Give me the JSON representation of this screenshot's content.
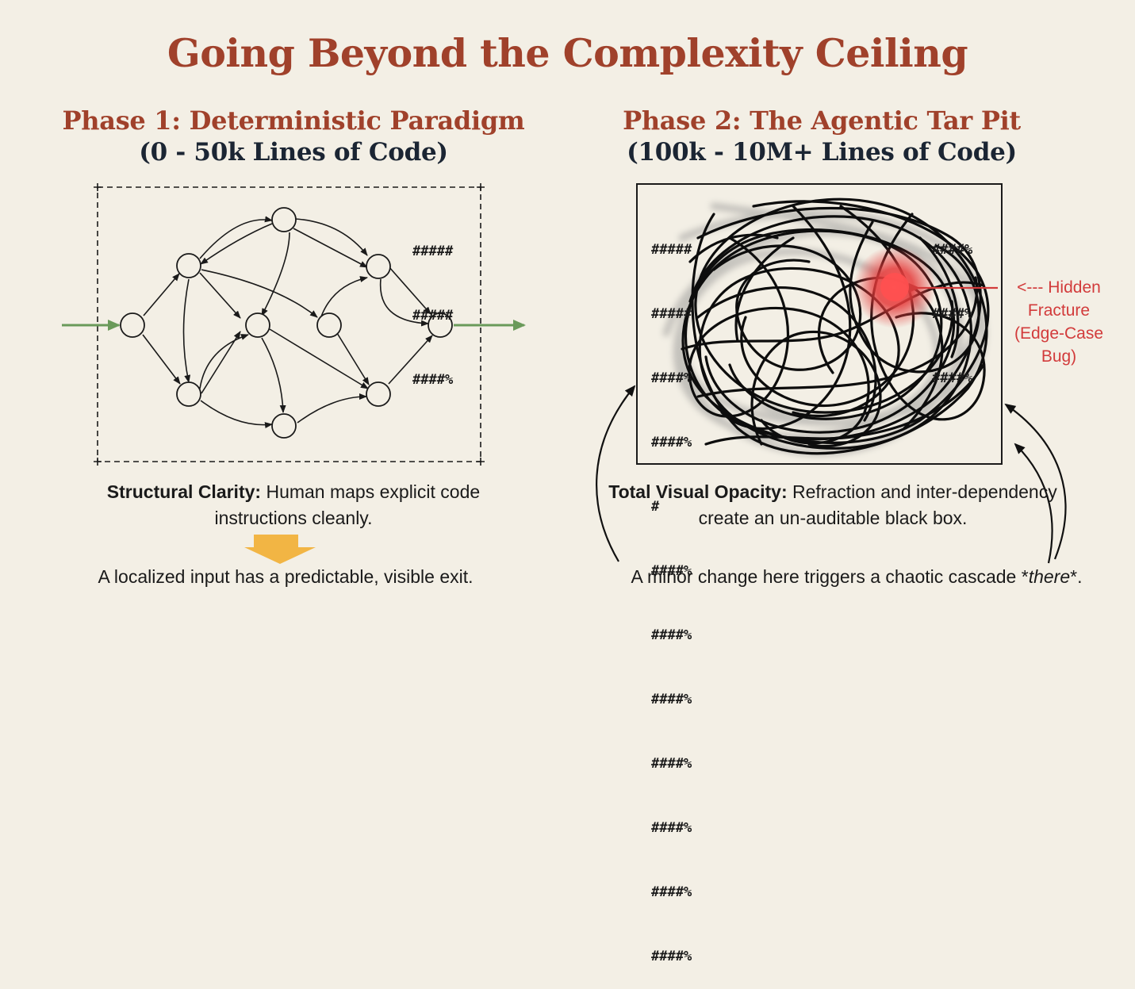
{
  "title": "Going Beyond the Complexity Ceiling",
  "phase1": {
    "title": "Phase 1: Deterministic Paradigm",
    "subtitle": "(0 - 50k Lines of Code)",
    "hash_lines": [
      "#####",
      "#####",
      "####%"
    ],
    "caption_bold": "Structural Clarity:",
    "caption_text": " Human maps explicit code instructions cleanly.",
    "footer": "A localized input has a predictable, visible exit.",
    "colors": {
      "input_arrow": "#6a9a5a",
      "down_arrow": "#f2b544"
    }
  },
  "phase2": {
    "title": "Phase 2: The Agentic Tar Pit",
    "subtitle": "(100k - 10M+ Lines of Code)",
    "hash_left": [
      "#####",
      "#####",
      "####%",
      "####%",
      "#",
      "####%",
      "####%",
      "####%",
      "####%",
      "####%",
      "####%",
      "####%"
    ],
    "hash_right": [
      "####%",
      "####%",
      "####%"
    ],
    "hidden_note": [
      "<--- Hidden",
      "Fracture",
      "(Edge-Case",
      "Bug)"
    ],
    "caption_bold": "Total Visual Opacity:",
    "caption_text": " Refraction and inter-dependency create an un-auditable black box.",
    "footer_a": "A minor change here triggers a chaotic cascade *",
    "footer_em": "there",
    "footer_b": "*.",
    "colors": {
      "fracture": "#e03a3a"
    }
  }
}
